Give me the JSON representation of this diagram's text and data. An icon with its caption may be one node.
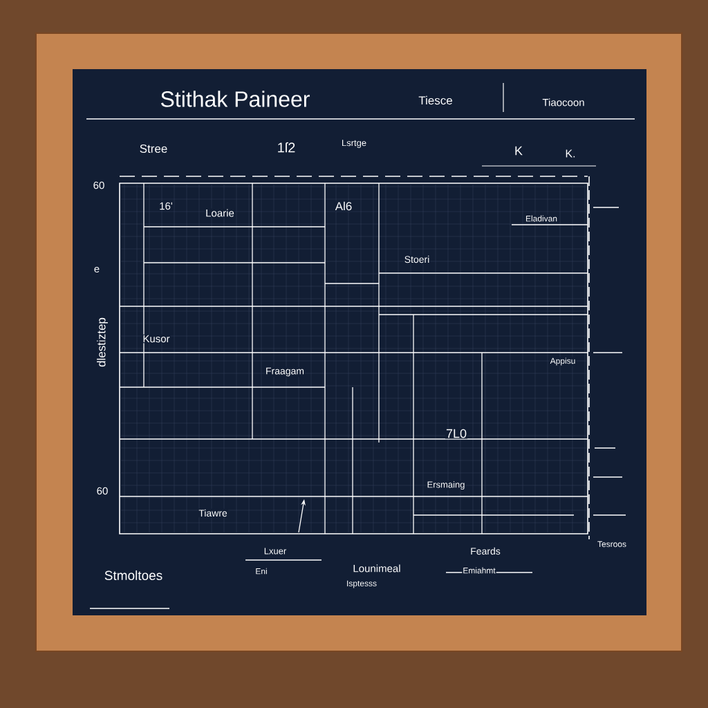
{
  "diagram": {
    "title": "Stithak Paineer",
    "labels": [
      "Tiesce",
      "Tiaocoon",
      "Stree",
      "1ſ2",
      "Lsrtge",
      "K",
      "K.",
      "60",
      "16'",
      "Loarie",
      "Al6",
      "Stoeri",
      "Eladivan",
      "e",
      "dlestiztep",
      "Kusor",
      "Appisu",
      "Fraagam",
      "7L0",
      "Ersmaing",
      "60",
      "Tiawre",
      "Lxuer",
      "Eni",
      "Lounimeal",
      "Isptesss",
      "Feards",
      "Emiahmt",
      "Tesroos",
      "Stmoltoes"
    ]
  }
}
